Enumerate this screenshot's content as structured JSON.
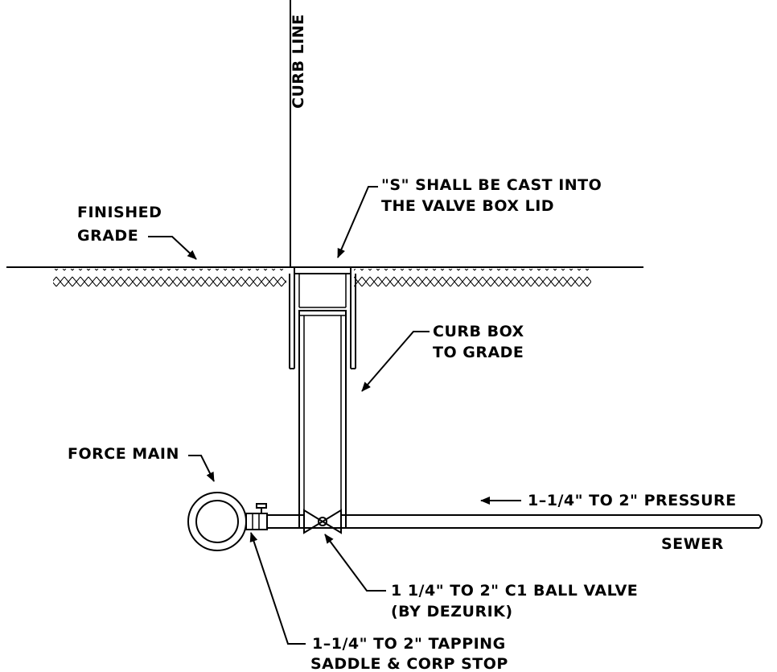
{
  "labels": {
    "curb_line": "CURB LINE",
    "s_lid_1": "\"S\" SHALL BE CAST INTO",
    "s_lid_2": "THE VALVE BOX LID",
    "finished_1": "FINISHED",
    "finished_2": "GRADE",
    "curb_box_1": "CURB BOX",
    "curb_box_2": "TO GRADE",
    "force_main": "FORCE MAIN",
    "pressure_1": "1–1/4\" TO 2\" PRESSURE",
    "pressure_2": "SEWER",
    "ball_valve_1": "1 1/4\" TO 2\" C1 BALL VALVE",
    "ball_valve_2": "(BY DEZURIK)",
    "tapping_1": "1–1/4\" TO 2\" TAPPING",
    "tapping_2": "SADDLE & CORP STOP"
  },
  "colors": {
    "line": "#000000",
    "background": "#ffffff"
  }
}
